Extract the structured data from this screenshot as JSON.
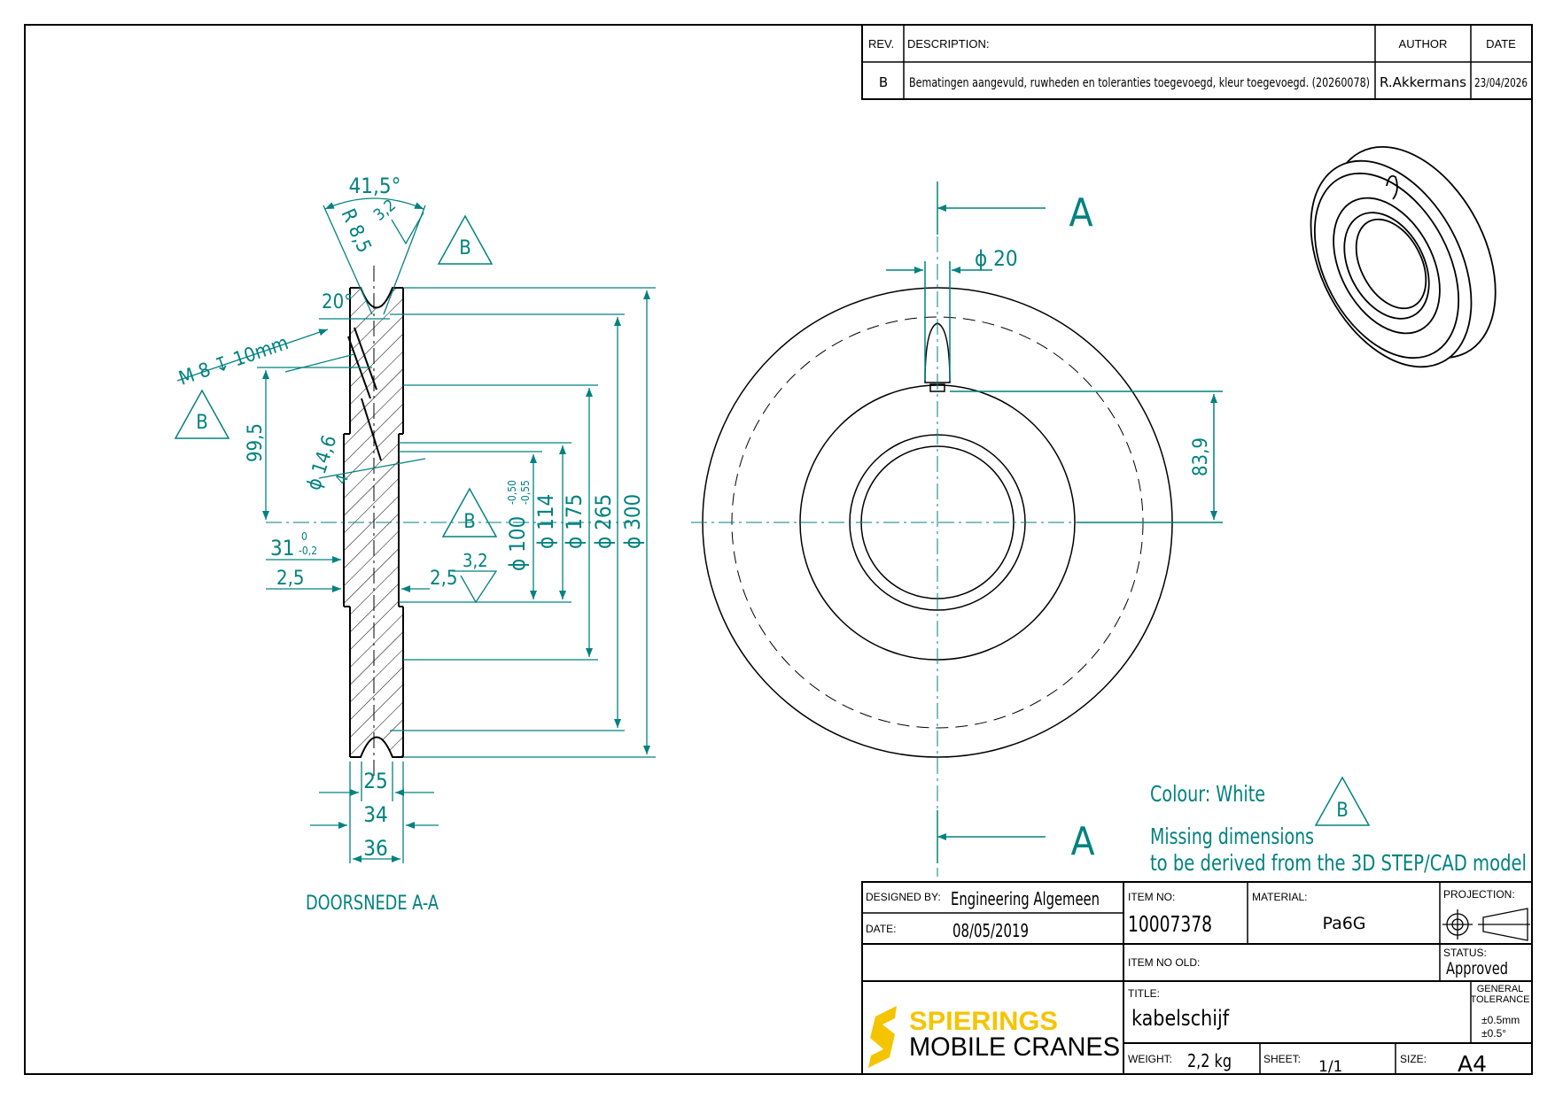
{
  "revision_table": {
    "headers": {
      "rev": "REV.",
      "description": "DESCRIPTION:",
      "author": "AUTHOR",
      "date": "DATE"
    },
    "row": {
      "rev": "B",
      "description": "Bematingen aangevuld, ruwheden en toleranties toegevoegd, kleur toegevoegd. (20260078)",
      "author": "R.Akkermans",
      "date": "23/04/2026"
    }
  },
  "section_view": {
    "title": "DOORSNEDE A-A",
    "dims": {
      "angle": "41,5°",
      "radius": "R 8,5",
      "rough_top": "3,2",
      "angle20": "20°",
      "thread": "M 8 ↧ 10mm",
      "d99": "99,5",
      "phi146": "ϕ 14,6",
      "four": "4",
      "w31": "31",
      "tol31_up": "0",
      "tol31_lo": "-0,2",
      "left25": "2,5",
      "right25": "2,5",
      "rough_mid": "3,2",
      "tol100_up": "-0,50",
      "tol100_lo": "-0,55",
      "d100": "ϕ 100",
      "d114": "ϕ 114",
      "d175": "ϕ 175",
      "d265": "ϕ 265",
      "d300": "ϕ 300",
      "w25": "25",
      "w34": "34",
      "w36": "36",
      "tri": "B"
    }
  },
  "front_view": {
    "section_label": "A",
    "phi20": "ϕ 20",
    "h839": "83,9"
  },
  "notes": {
    "colour": "Colour: White",
    "missing1": "Missing dimensions",
    "missing2": "to be derived from the 3D STEP/CAD model",
    "tri": "B"
  },
  "title_block": {
    "designed_by_label": "DESIGNED BY:",
    "designed_by": "Engineering Algemeen",
    "date_label": "DATE:",
    "date": "08/05/2019",
    "item_no_label": "ITEM NO:",
    "item_no": "10007378",
    "material_label": "MATERIAL:",
    "material": "Pa6G",
    "projection_label": "PROJECTION:",
    "item_no_old_label": "ITEM NO OLD:",
    "status_label": "STATUS:",
    "status": "Approved",
    "title_label": "TITLE:",
    "title": "kabelschijf",
    "general_tolerance_1": "GENERAL",
    "general_tolerance_2": "TOLERANCE",
    "tol_mm": "±0.5mm",
    "tol_deg": "±0.5°",
    "weight_label": "WEIGHT:",
    "weight": "2,2 kg",
    "sheet_label": "SHEET:",
    "sheet": "1/1",
    "size_label": "SIZE:",
    "size": "A4",
    "logo_line1": "SPIERINGS",
    "logo_line2": "MOBILE CRANES"
  },
  "colors": {
    "dimension": "#00827f",
    "logo_yellow": "#f5c400",
    "line": "#000000"
  }
}
